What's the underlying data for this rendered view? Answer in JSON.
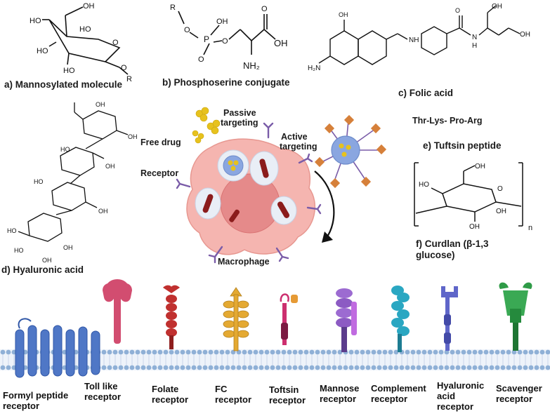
{
  "panels": {
    "a": "a) Mannosylated molecule",
    "b": "b) Phosphoserine conjugate",
    "c": "c) Folic acid",
    "d": "d) Hyaluronic acid",
    "e_seq": "Thr-Lys- Pro-Arg",
    "e": "e) Tuftsin peptide",
    "f1": "f) Curdlan (β-1,3",
    "f2": "glucose)"
  },
  "cell": {
    "free_drug": "Free drug",
    "passive1": "Passive",
    "passive2": "targeting",
    "active1": "Active",
    "active2": "targeting",
    "receptor": "Receptor",
    "macrophage": "Macrophage"
  },
  "chem": {
    "ho": "HO",
    "oh": "OH",
    "o": "O",
    "r": "R",
    "p": "P",
    "nh2": "NH₂",
    "nh": "NH",
    "h2n": "H₂N",
    "n": "N",
    "h": "H",
    "n_sub": "n"
  },
  "receptors": [
    {
      "l1": "Formyl peptide",
      "l2": "receptor",
      "l3": ""
    },
    {
      "l1": "Toll like",
      "l2": "receptor",
      "l3": ""
    },
    {
      "l1": "Folate",
      "l2": "receptor",
      "l3": ""
    },
    {
      "l1": "FC",
      "l2": "receptor",
      "l3": ""
    },
    {
      "l1": "Toftsin",
      "l2": "receptor",
      "l3": ""
    },
    {
      "l1": "Mannose",
      "l2": "receptor",
      "l3": ""
    },
    {
      "l1": "Complement",
      "l2": "receptor",
      "l3": ""
    },
    {
      "l1": "Hyaluronic",
      "l2": "acid",
      "l3": "receptor"
    },
    {
      "l1": "Scavenger",
      "l2": "receptor",
      "l3": ""
    }
  ],
  "colors": {
    "membrane": "#8fb0d6",
    "cell": "#f5b5b0",
    "nucleus": "#e58a8a",
    "vesicle": "#e9eef6",
    "drug": "#e7c21d",
    "receptor_stalk": "#7a5ca8",
    "nanoparticle": "#8aa6e0",
    "ligand": "#d6803a"
  }
}
